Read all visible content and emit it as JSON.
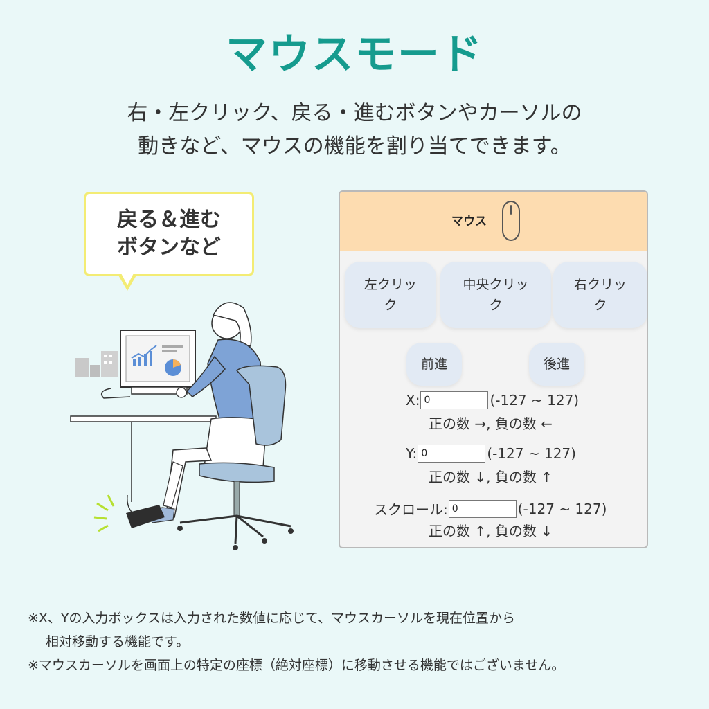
{
  "page": {
    "title": "マウスモード",
    "subtitle_line1": "右・左クリック、戻る・進むボタンやカーソルの",
    "subtitle_line2": "動きなど、マウスの機能を割り当てできます。"
  },
  "bubble": {
    "line1": "戻る＆進む",
    "line2": "ボタンなど"
  },
  "panel": {
    "header_label": "マウス",
    "buttons": {
      "left_click_l1": "左クリッ",
      "left_click_l2": "ク",
      "middle_click_l1": "中央クリッ",
      "middle_click_l2": "ク",
      "right_click_l1": "右クリッ",
      "right_click_l2": "ク",
      "forward": "前進",
      "back": "後進"
    },
    "x": {
      "label": "X:",
      "value": "0",
      "range": "(-127 ~ 127)",
      "hint": "正の数 →, 負の数 ←"
    },
    "y": {
      "label": "Y:",
      "value": "0",
      "range": "(-127 ~ 127)",
      "hint": "正の数 ↓, 負の数 ↑"
    },
    "scroll": {
      "label": "スクロール:",
      "value": "0",
      "range": "(-127 ~ 127)",
      "hint": "正の数 ↑, 負の数 ↓"
    }
  },
  "notes": {
    "line1": "※X、Yの入力ボックスは入力された数値に応じて、マウスカーソルを現在位置から",
    "line2": "相対移動する機能です。",
    "line3": "※マウスカーソルを画面上の特定の座標（絶対座標）に移動させる機能ではございません。"
  },
  "colors": {
    "background": "#eaf8f8",
    "title": "#159b8e",
    "bubble_border": "#f3ec74",
    "panel_header": "#fddcb0",
    "button": "#e2eaf4"
  }
}
